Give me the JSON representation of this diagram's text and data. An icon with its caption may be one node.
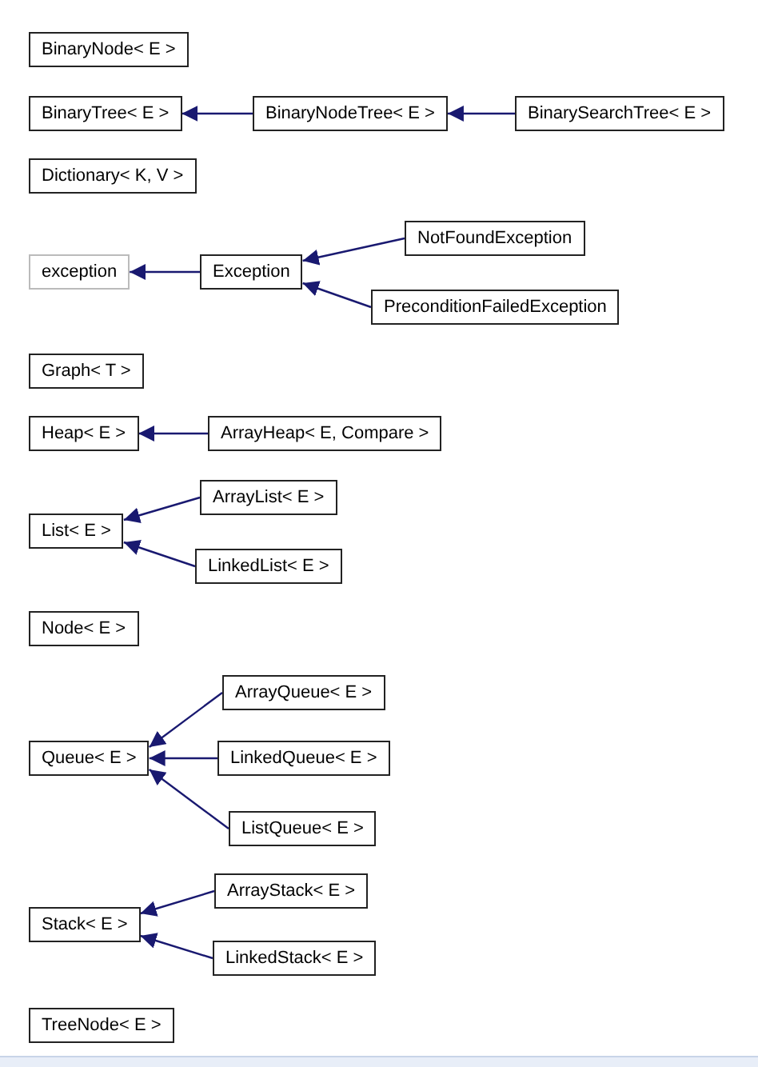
{
  "diagram": {
    "nodes": [
      {
        "text": [
          "BinaryNode< E >"
        ]
      },
      {
        "text": [
          "BinaryTree< E >"
        ]
      },
      {
        "text": [
          "BinaryNodeTree< E >"
        ]
      },
      {
        "text": [
          "BinarySearchTree< E >"
        ]
      },
      {
        "text": [
          "Dictionary< K, V >"
        ]
      },
      {
        "text": [
          "exception"
        ]
      },
      {
        "text": [
          "Exception"
        ]
      },
      {
        "text": [
          "NotFoundException"
        ]
      },
      {
        "text": [
          "PreconditionFailedException"
        ]
      },
      {
        "text": [
          "Graph< T >"
        ]
      },
      {
        "text": [
          "Heap< E >"
        ]
      },
      {
        "text": [
          "ArrayHeap< E, Compare >"
        ]
      },
      {
        "text": [
          "ArrayList< E >"
        ]
      },
      {
        "text": [
          "List< E >"
        ]
      },
      {
        "text": [
          "LinkedList< E >"
        ]
      },
      {
        "text": [
          "Node< E >"
        ]
      },
      {
        "text": [
          "ArrayQueue< E >"
        ]
      },
      {
        "text": [
          "Queue< E >"
        ]
      },
      {
        "text": [
          "LinkedQueue< E >"
        ]
      },
      {
        "text": [
          "ListQueue< E >"
        ]
      },
      {
        "text": [
          "ArrayStack< E >"
        ]
      },
      {
        "text": [
          "Stack< E >"
        ]
      },
      {
        "text": [
          "LinkedStack< E >"
        ]
      },
      {
        "text": [
          "TreeNode< E >"
        ]
      }
    ],
    "edges": [
      {
        "from": 2,
        "to": 1,
        "arrow": "to"
      },
      {
        "from": 3,
        "to": 2,
        "arrow": "to"
      },
      {
        "from": 6,
        "to": 5,
        "arrow": "to"
      },
      {
        "from": 7,
        "to": 6,
        "arrow": "to"
      },
      {
        "from": 8,
        "to": 6,
        "arrow": "to"
      },
      {
        "from": 11,
        "to": 10,
        "arrow": "to"
      },
      {
        "from": 12,
        "to": 13,
        "arrow": "to"
      },
      {
        "from": 14,
        "to": 13,
        "arrow": "to"
      },
      {
        "from": 16,
        "to": 17,
        "arrow": "to"
      },
      {
        "from": 18,
        "to": 17,
        "arrow": "to"
      },
      {
        "from": 19,
        "to": 17,
        "arrow": "to"
      },
      {
        "from": 20,
        "to": 21,
        "arrow": "to"
      },
      {
        "from": 22,
        "to": 21,
        "arrow": "to"
      }
    ]
  }
}
